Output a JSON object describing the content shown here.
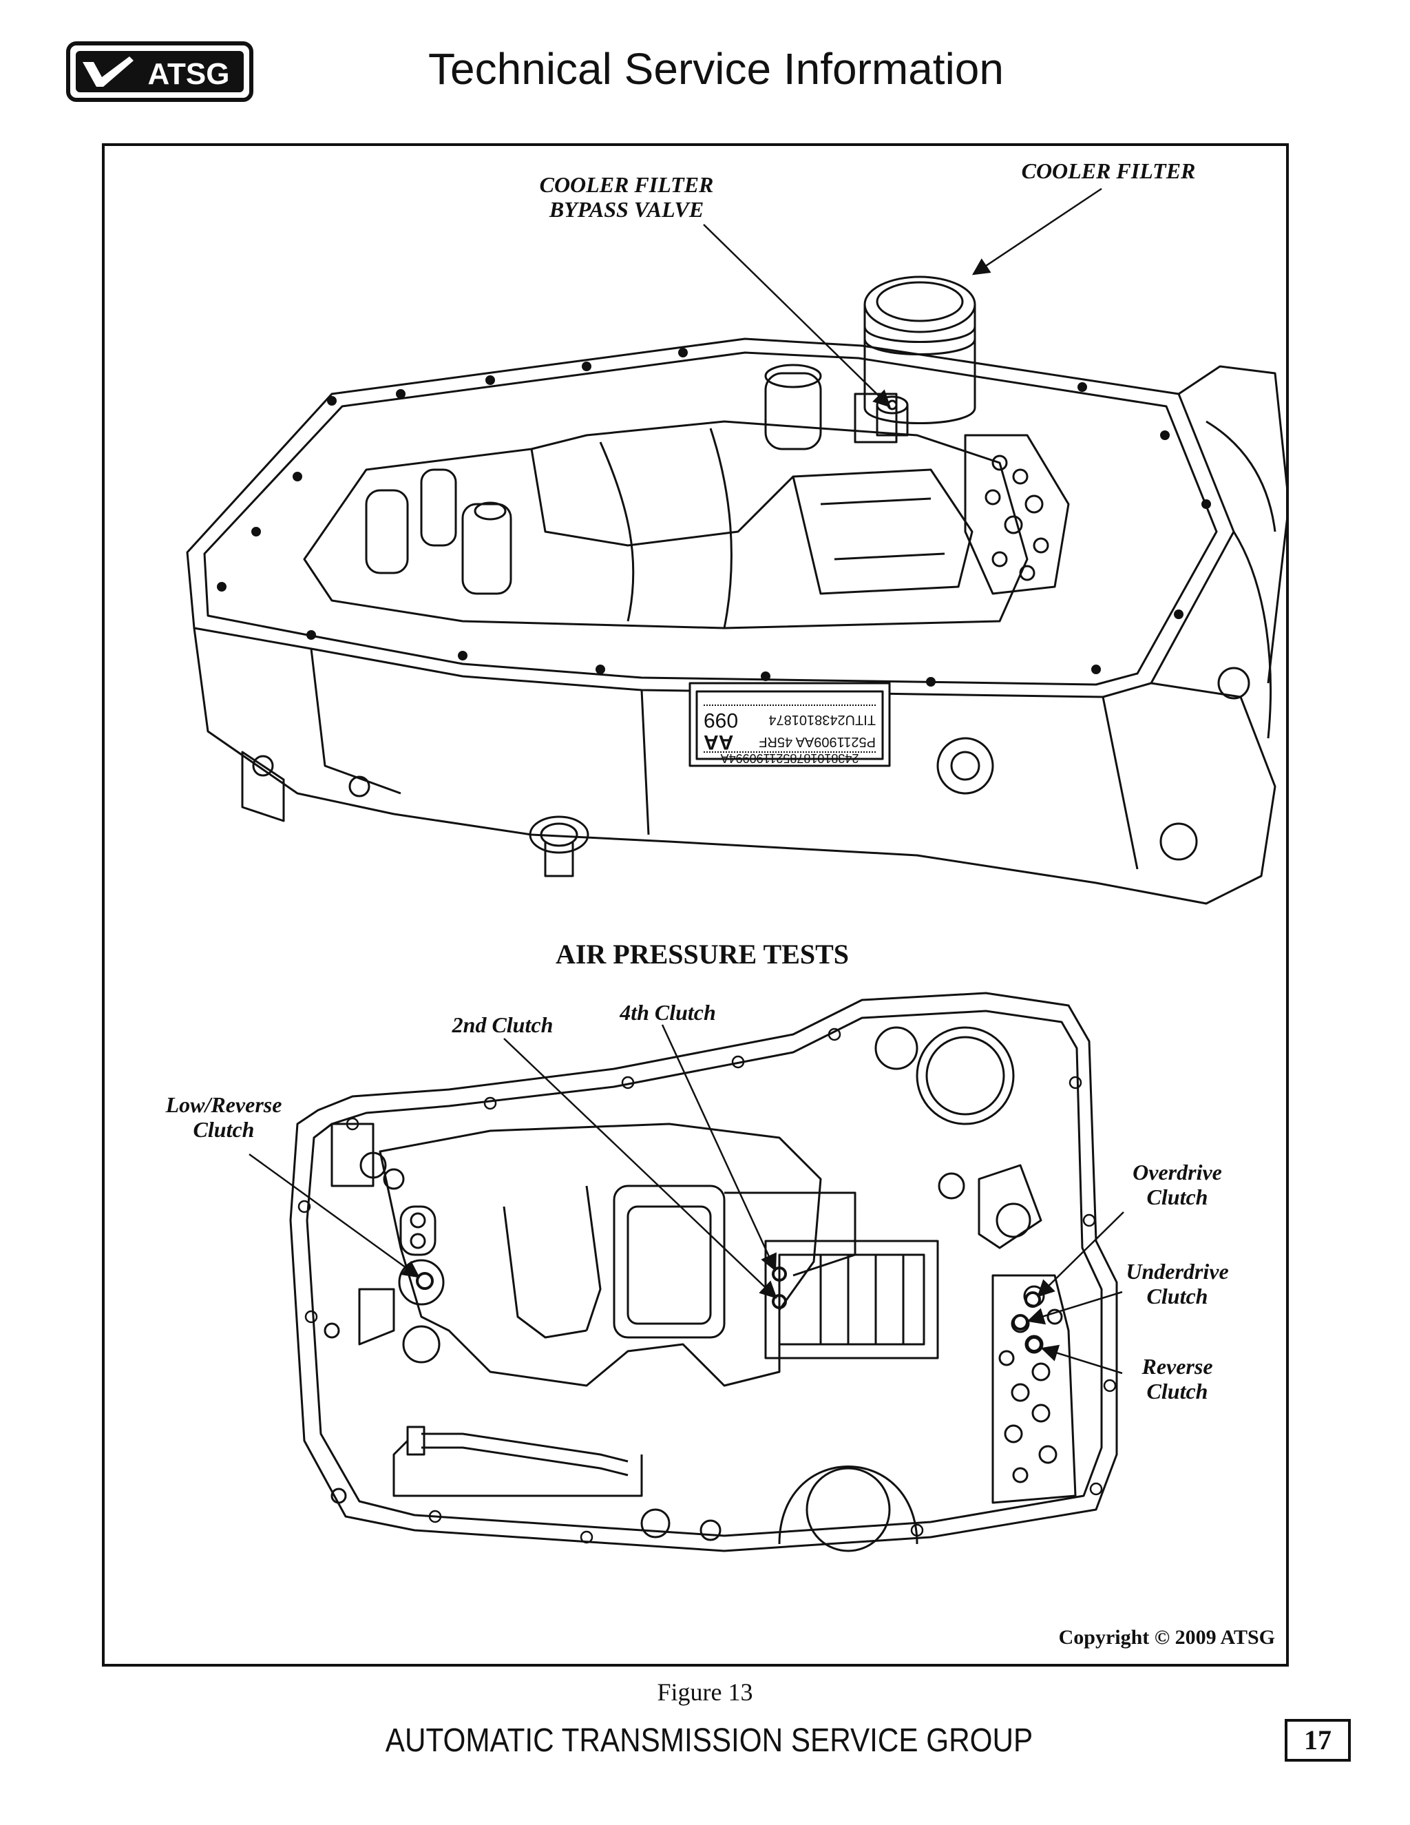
{
  "header": {
    "logo_text": "ATSG",
    "title": "Technical Service Information"
  },
  "figure": {
    "top_labels": {
      "bypass_valve": [
        "COOLER FILTER",
        "BYPASS VALVE"
      ],
      "cooler_filter": "COOLER FILTER"
    },
    "part_label": {
      "line1": "2438101878521190994A",
      "line2": "P5211909AA  45RF",
      "line3": "AA",
      "line4": "TITU2438101874",
      "line5": "099"
    },
    "section_title": "AIR PRESSURE TESTS",
    "bottom_labels": {
      "second_clutch": "2nd Clutch",
      "fourth_clutch": "4th Clutch",
      "low_reverse": [
        "Low/Reverse",
        "Clutch"
      ],
      "overdrive": [
        "Overdrive",
        "Clutch"
      ],
      "underdrive": [
        "Underdrive",
        "Clutch"
      ],
      "reverse": [
        "Reverse",
        "Clutch"
      ]
    },
    "copyright": "Copyright © 2009 ATSG",
    "caption": "Figure 13"
  },
  "footer": {
    "title": "AUTOMATIC TRANSMISSION SERVICE GROUP",
    "page_number": "17"
  }
}
